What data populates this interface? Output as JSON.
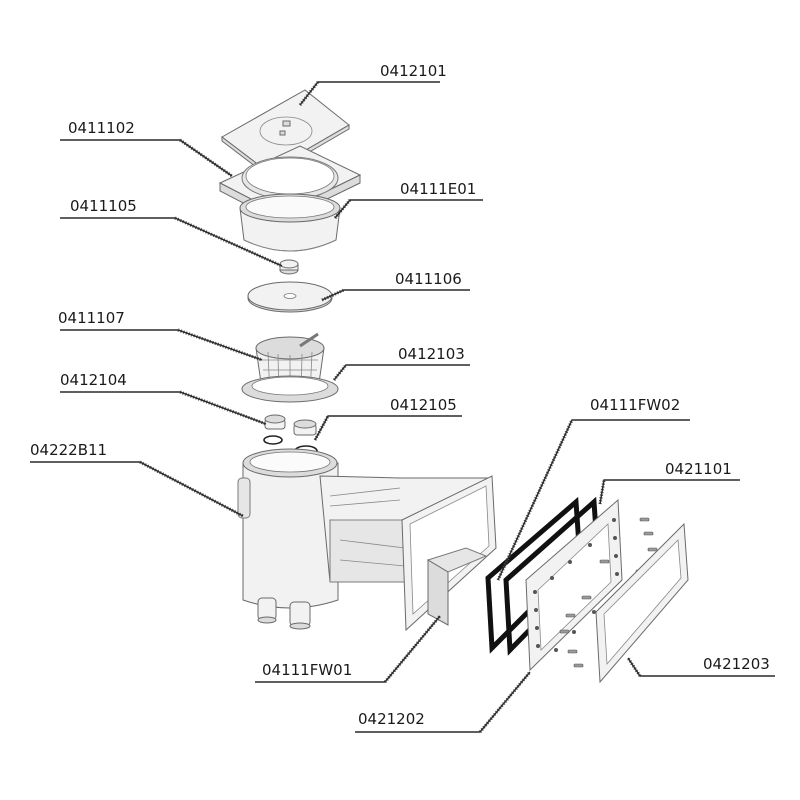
{
  "labels": {
    "p0412101": "0412101",
    "p0411102": "0411102",
    "p04111E01": "04111E01",
    "p0411105": "0411105",
    "p0411106": "0411106",
    "p0411107": "0411107",
    "p0412103": "0412103",
    "p0412104": "0412104",
    "p0412105": "0412105",
    "p04111FW02": "04111FW02",
    "p04222B11": "04222B11",
    "p0421101": "0421101",
    "p04111FW01": "04111FW01",
    "p0421203": "0421203",
    "p0421202": "0421202"
  }
}
